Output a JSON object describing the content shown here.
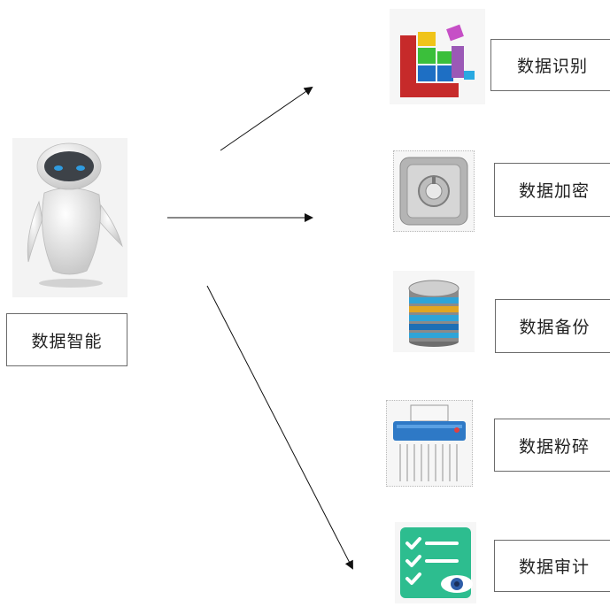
{
  "source": {
    "label": "数据智能",
    "icon": "robot-icon"
  },
  "targets": [
    {
      "label": "数据识别",
      "icon": "data-blocks-icon"
    },
    {
      "label": "数据加密",
      "icon": "safe-vault-icon"
    },
    {
      "label": "数据备份",
      "icon": "database-stack-icon"
    },
    {
      "label": "数据粉碎",
      "icon": "paper-shredder-icon"
    },
    {
      "label": "数据审计",
      "icon": "audit-checklist-icon"
    }
  ]
}
